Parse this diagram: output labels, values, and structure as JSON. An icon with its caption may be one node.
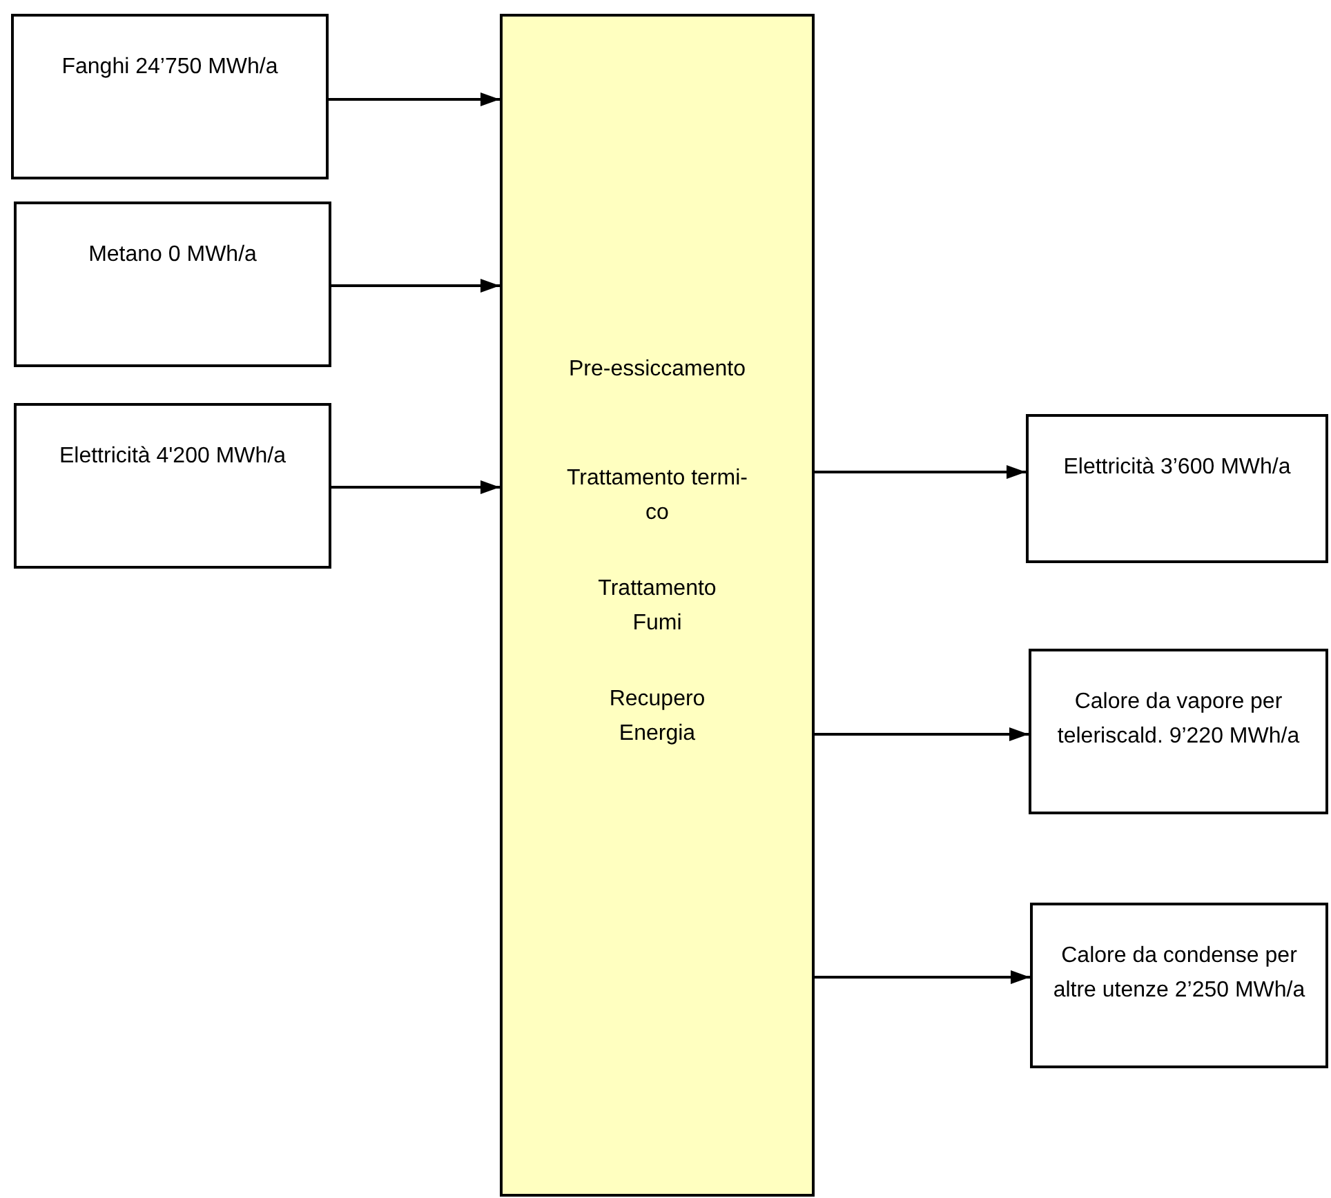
{
  "diagram": {
    "nodes": [
      {
        "text": [
          "Fanghi 24’750 MWh/a"
        ]
      },
      {
        "text": [
          "Metano 0 MWh/a"
        ]
      },
      {
        "text": [
          "Elettricità 4'200 MWh/a"
        ]
      },
      {
        "text": [
          "Pre-essiccamento",
          "Trattamento termi- co",
          "Trattamento Fumi",
          "Recupero Energia"
        ]
      },
      {
        "text": [
          "Elettricità 3’600 MWh/a"
        ]
      },
      {
        "text": [
          "Calore da vapore per teleriscald. 9’220 MWh/a"
        ]
      },
      {
        "text": [
          "Calore da condense per altre utenze 2’250 MWh/a"
        ]
      }
    ],
    "edges": [
      {
        "from": 0,
        "to": 3,
        "arrow": "to"
      },
      {
        "from": 1,
        "to": 3,
        "arrow": "to"
      },
      {
        "from": 2,
        "to": 3,
        "arrow": "to"
      },
      {
        "from": 3,
        "to": 4,
        "arrow": "to"
      },
      {
        "from": 3,
        "to": 5,
        "arrow": "to"
      },
      {
        "from": 3,
        "to": 6,
        "arrow": "to"
      }
    ]
  }
}
